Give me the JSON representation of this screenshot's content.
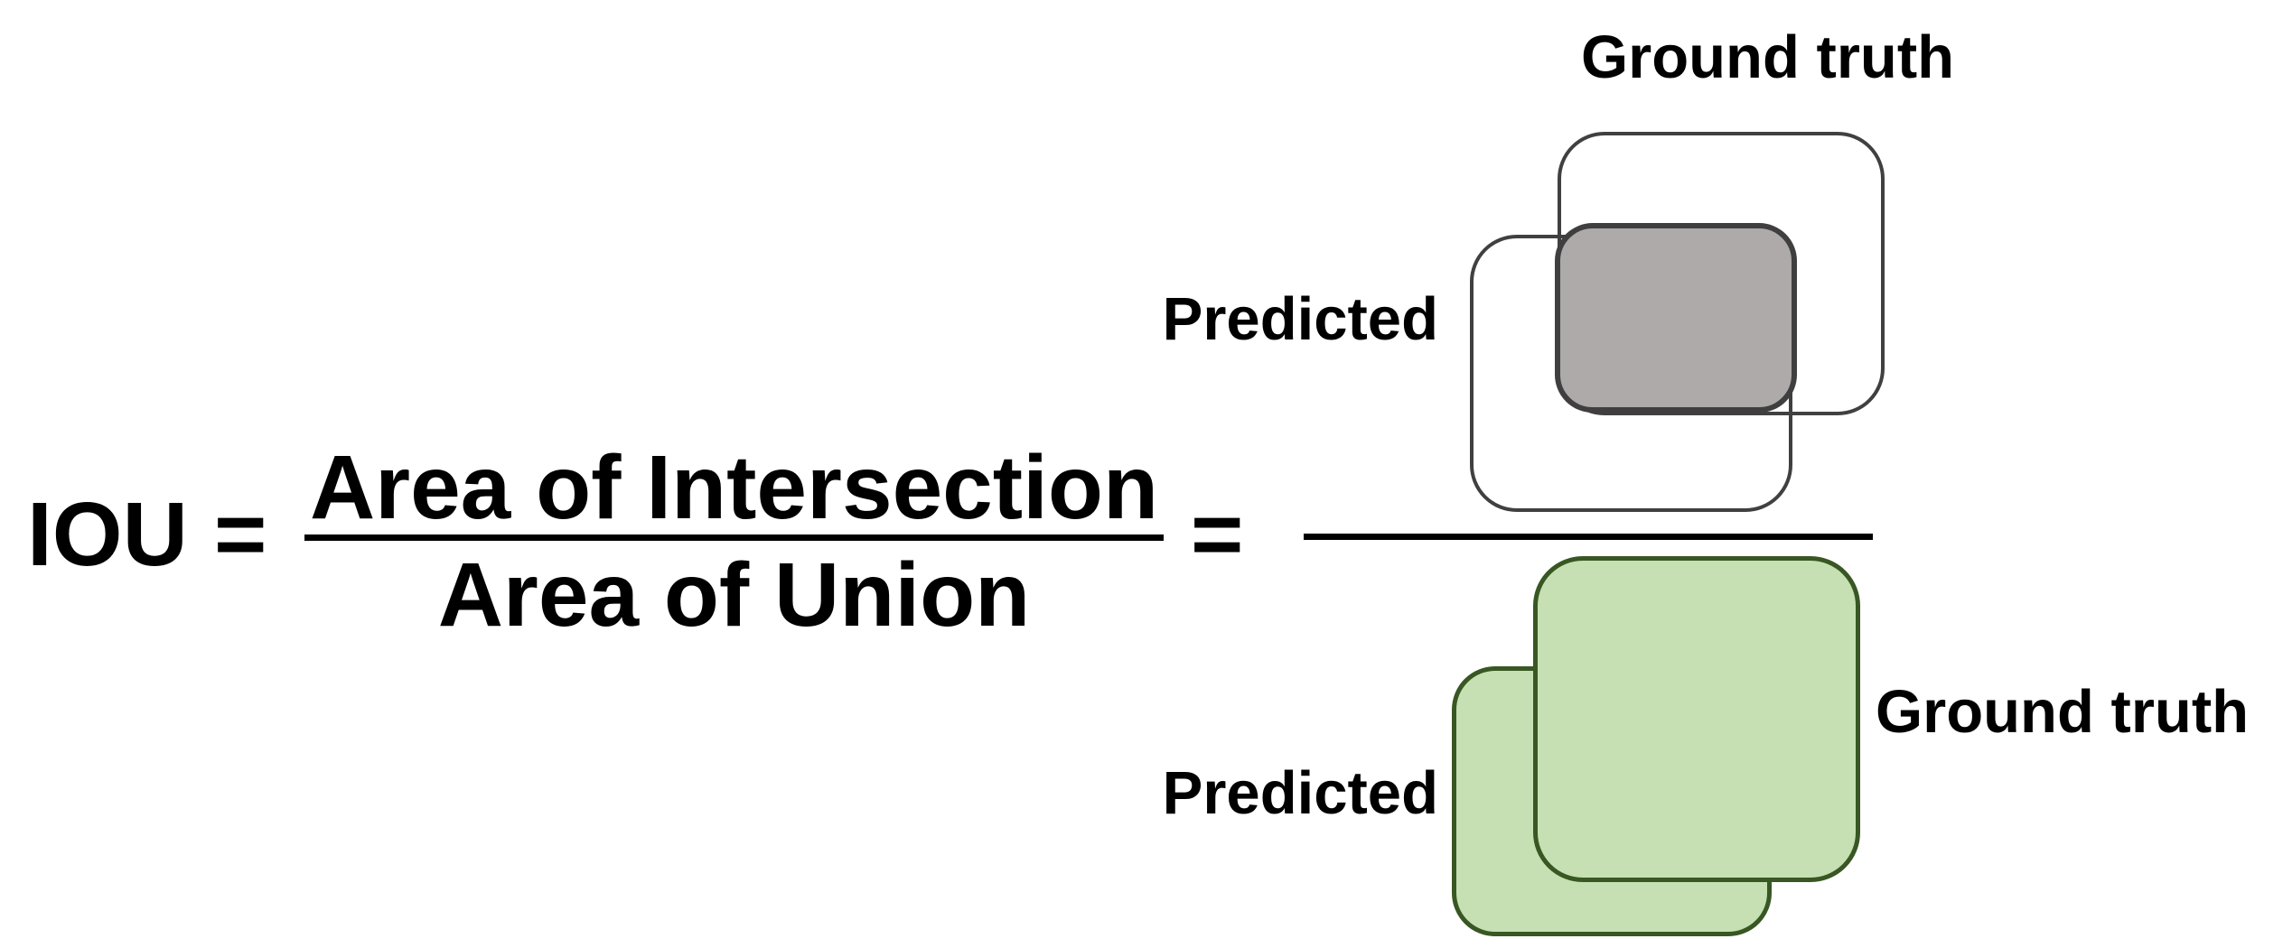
{
  "formula": {
    "lhs": "IOU",
    "equals": "=",
    "numerator": "Area of Intersection",
    "denominator": "Area of Union",
    "equals2": "="
  },
  "diagram": {
    "numerator": {
      "ground_truth_label": "Ground truth",
      "predicted_label": "Predicted",
      "intersection_region": "shaded overlap of predicted and ground truth boxes"
    },
    "denominator": {
      "ground_truth_label": "Ground truth",
      "predicted_label": "Predicted",
      "union_region": "both boxes fully shaded green"
    }
  },
  "colors": {
    "text": "#000000",
    "outline_stroke": "#404040",
    "intersection_fill": "#AEAAAA",
    "intersection_stroke": "#3F3F3F",
    "union_fill": "#C6E0B4",
    "union_stroke": "#385723",
    "bar": "#000000"
  }
}
